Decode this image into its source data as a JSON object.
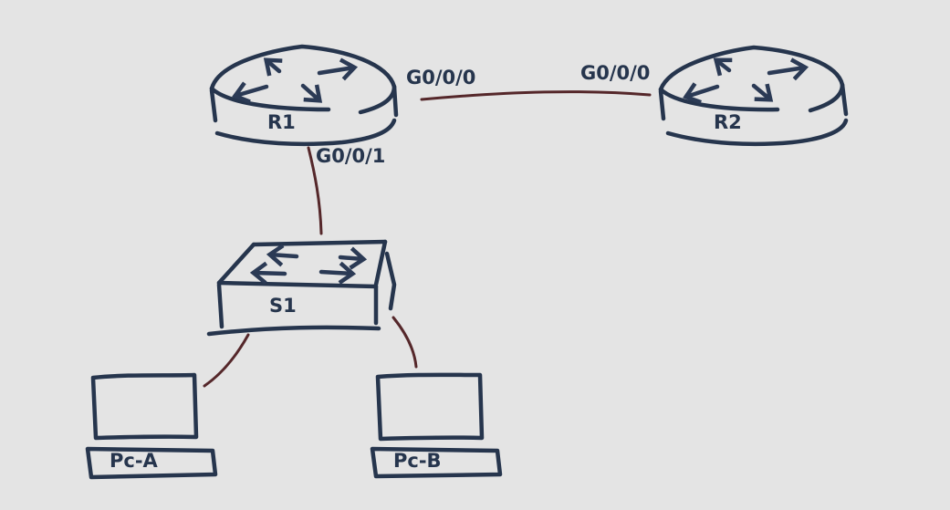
{
  "devices": {
    "r1": {
      "label": "R1"
    },
    "r2": {
      "label": "R2"
    },
    "s1": {
      "label": "S1"
    },
    "pca": {
      "label": "Pc-A"
    },
    "pcb": {
      "label": "Pc-B"
    }
  },
  "interfaces": {
    "r1_g000": "G0/0/0",
    "r2_g000": "G0/0/0",
    "r1_g001": "G0/0/1"
  },
  "colors": {
    "background": "#e4e4e4",
    "device_ink": "#26354d",
    "cable": "#55272a"
  }
}
